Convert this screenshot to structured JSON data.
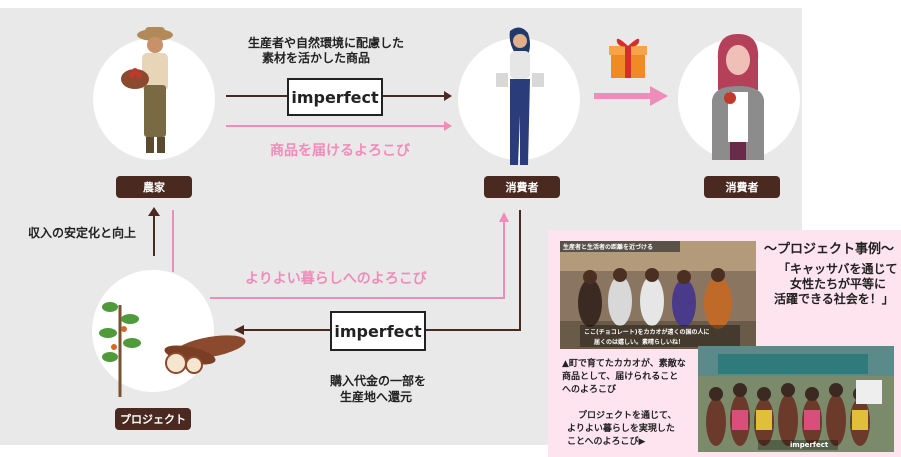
{
  "product_label": "生産者や自然環境に配慮した素材を活かした商品",
  "product_label_lines": [
    "生産者や自然環境に配慮した",
    "素材を活かした商品"
  ],
  "logo_text": "imperfect",
  "joy_delivery": "商品を届けるよろこび",
  "joy_better_life": "よりよい暮らしへのよろこび",
  "income_note": "収入の安定化と向上",
  "return_note_lines": [
    "購入代金の一部を",
    "生産地へ還元"
  ],
  "nodes": {
    "farmer": "農家",
    "consumer1": "消費者",
    "consumer2": "消費者",
    "project": "プロジェクト"
  },
  "case_study": {
    "heading": "～プロジェクト事例～",
    "quote_lines": [
      "「キャッサバを通じて",
      "女性たちが平等に",
      "活躍できる社会を！」"
    ],
    "photo1_caption": "生産者と生活者の距離を近づける",
    "photo1_subtitle_lines": [
      "ここ(チョコレート)をカカオが遠くの国の人に",
      "届くのは嬉しい。素晴らしいね！"
    ],
    "note1_lines": [
      "▲町で育てたカカオが、素敵な",
      "商品として、届けられること",
      "へのよろこび"
    ],
    "note2_lines": [
      "プロジェクトを通じて、",
      "よりよい暮らしを実現した",
      "ことへのよろこび▶"
    ],
    "photo2_caption": "imperfect"
  },
  "colors": {
    "pink": "#f08cba",
    "dark": "#4a2a20",
    "panel": "#e9e9e9",
    "inset": "#fde4ef"
  }
}
